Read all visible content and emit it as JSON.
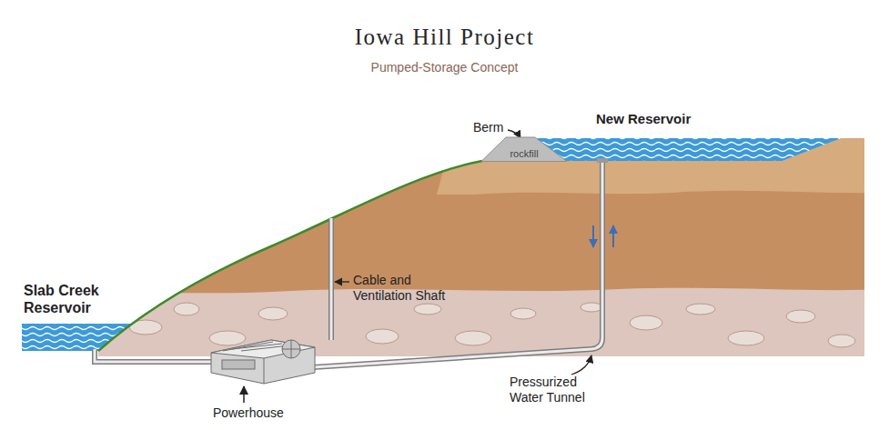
{
  "diagram": {
    "title": "Iowa Hill Project",
    "nodes": [
      {
        "text": [
          "rockfill"
        ]
      }
    ],
    "labels": [
      "Pumped-Storage Concept",
      "Berm",
      "New Reservoir",
      "Slab Creek Reservoir",
      "Cable and Ventilation Shaft",
      "Pressurized Water Tunnel",
      "Powerhouse"
    ]
  }
}
